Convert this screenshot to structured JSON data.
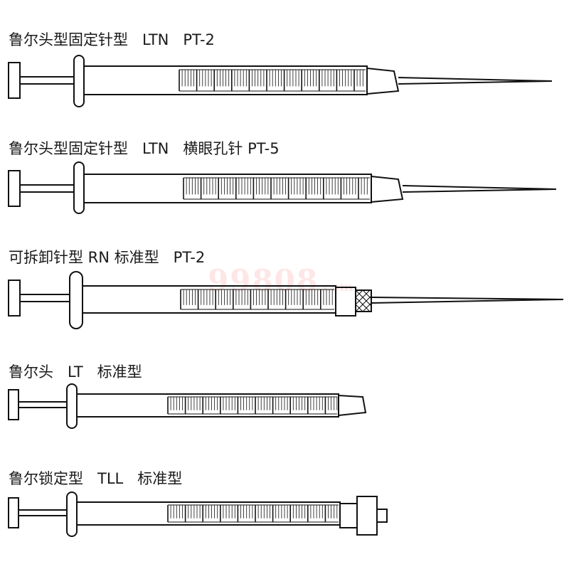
{
  "labels": [
    "鲁尔头型固定针型   LTN   PT-2",
    "鲁尔头型固定针型   LTN   横眼孔针 PT-5",
    "可拆卸针型 RN 标准型   PT-2",
    "鲁尔头   LT   标准型",
    "鲁尔锁定型   TLL   标准型"
  ],
  "watermark": {
    "main": "99808",
    "suffix": ".com"
  },
  "colors": {
    "stroke": "#111111",
    "text": "#1a1a1a",
    "watermark": "#ff3b3b"
  }
}
